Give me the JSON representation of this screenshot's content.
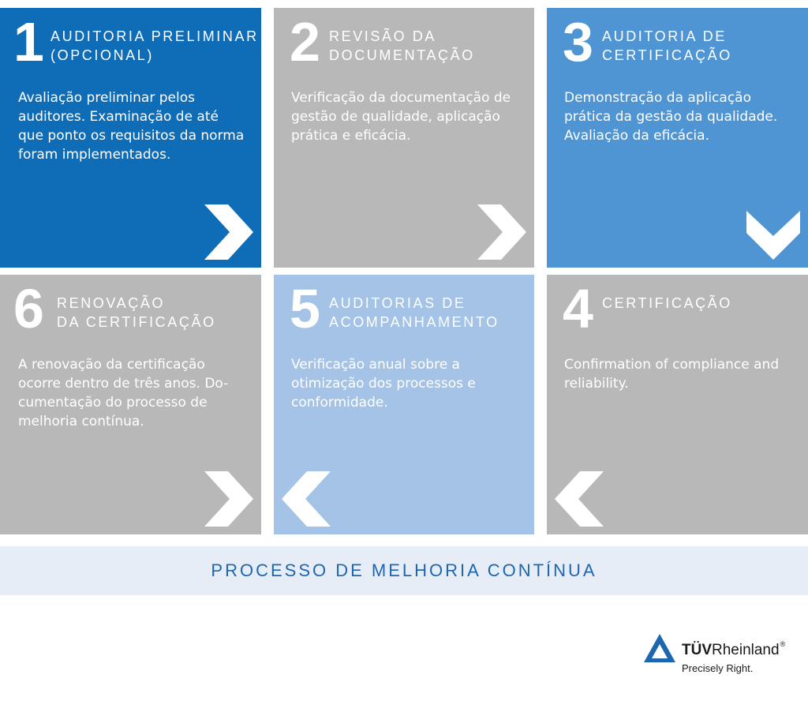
{
  "colors": {
    "dark_blue": "#0f6db8",
    "mid_blue": "#4f95d4",
    "light_blue": "#a5c3e6",
    "gray": "#b8b8b8",
    "banner_bg": "#e7edf6",
    "banner_text": "#1d66b0",
    "logo_blue": "#1d66b0"
  },
  "steps": [
    {
      "number": "1",
      "title": "AUDITORIA PRELIMINAR\n(OPCIONAL)",
      "description": "Avaliação preliminar pelos auditores. Examinação de até que ponto os requisitos da norma foram implementados.",
      "arrow": "right-arrow-icon",
      "color": "#0f6db8"
    },
    {
      "number": "2",
      "title": "REVISÃO DA\nDOCUMENTAÇÃO",
      "description": "Verificação da documentação de gestão de qualidade, aplicação prática e eficácia.",
      "arrow": "right-arrow-icon",
      "color": "#b8b8b8"
    },
    {
      "number": "3",
      "title": "AUDITORIA DE\nCERTIFICAÇÃO",
      "description": "Demonstração da aplicação prática da gestão da qualidade. Avaliação da eficácia.",
      "arrow": "down-arrow-icon",
      "color": "#4f95d4"
    },
    {
      "number": "4",
      "title": "CERTIFICAÇÃO",
      "description": "Confirmation of compliance and reliability.",
      "arrow": "left-arrow-icon",
      "color": "#b8b8b8"
    },
    {
      "number": "5",
      "title": "AUDITORIAS DE\nACOMPANHAMENTO",
      "description": "Verificação anual sobre a otimização dos processos e conformidade.",
      "arrow": "left-arrow-icon",
      "color": "#a5c3e6"
    },
    {
      "number": "6",
      "title": "RENOVAÇÃO\nDA CERTIFICAÇÃO",
      "description": "A renovação da certificação ocorre dentro de três anos. Do-cumentação do processo de melhoria contínua.",
      "arrow": "right-arrow-icon",
      "color": "#b8b8b8"
    }
  ],
  "banner": {
    "text": "PROCESSO DE MELHORIA CONTÍNUA"
  },
  "logo": {
    "brand_bold": "TÜV",
    "brand_regular": "Rheinland",
    "registered": "®",
    "slogan": "Precisely Right.",
    "icon": "tuv-triangle-logo-icon"
  }
}
